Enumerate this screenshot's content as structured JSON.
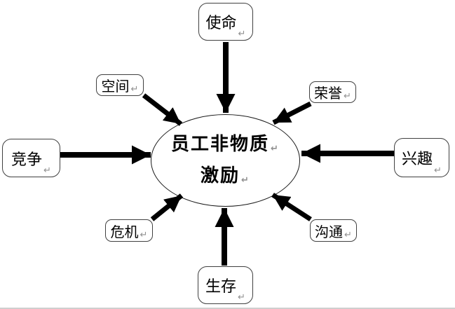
{
  "diagram": {
    "title": "员工非物质激励",
    "center": {
      "lines": [
        "员工非物质",
        "激励"
      ]
    },
    "return_mark": "↵",
    "nodes": [
      {
        "id": "mission",
        "label": "使命"
      },
      {
        "id": "space",
        "label": "空间"
      },
      {
        "id": "honor",
        "label": "荣誉"
      },
      {
        "id": "competition",
        "label": "竞争"
      },
      {
        "id": "interest",
        "label": "兴趣"
      },
      {
        "id": "crisis",
        "label": "危机"
      },
      {
        "id": "communication",
        "label": "沟通"
      },
      {
        "id": "survival",
        "label": "生存"
      }
    ],
    "colors": {
      "arrow": "#000000",
      "box_border": "#404040",
      "ellipse_border": "#1a1a1a",
      "text": "#000000",
      "return_mark": "#909090",
      "background": "#ffffff"
    }
  }
}
